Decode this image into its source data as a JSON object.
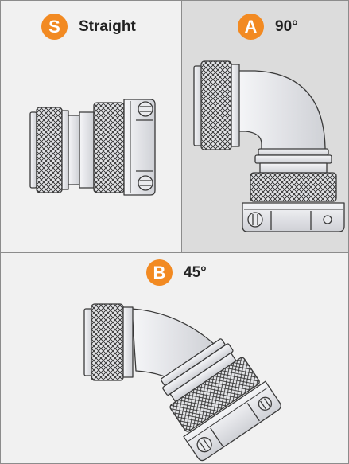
{
  "variants": [
    {
      "id": "straight",
      "letter": "S",
      "label": "Straight"
    },
    {
      "id": "ninety",
      "letter": "A",
      "label": "90°"
    },
    {
      "id": "fortyfive",
      "letter": "B",
      "label": "45°"
    }
  ],
  "colors": {
    "badge": "#f28a22",
    "panel_light": "#f1f1f1",
    "panel_shaded": "#dcdcdc",
    "metal": "#e6e7ea",
    "outline": "#3a3a3a"
  },
  "icons": [
    "straight-connector-icon",
    "right-angle-connector-icon",
    "forty-five-connector-icon"
  ]
}
